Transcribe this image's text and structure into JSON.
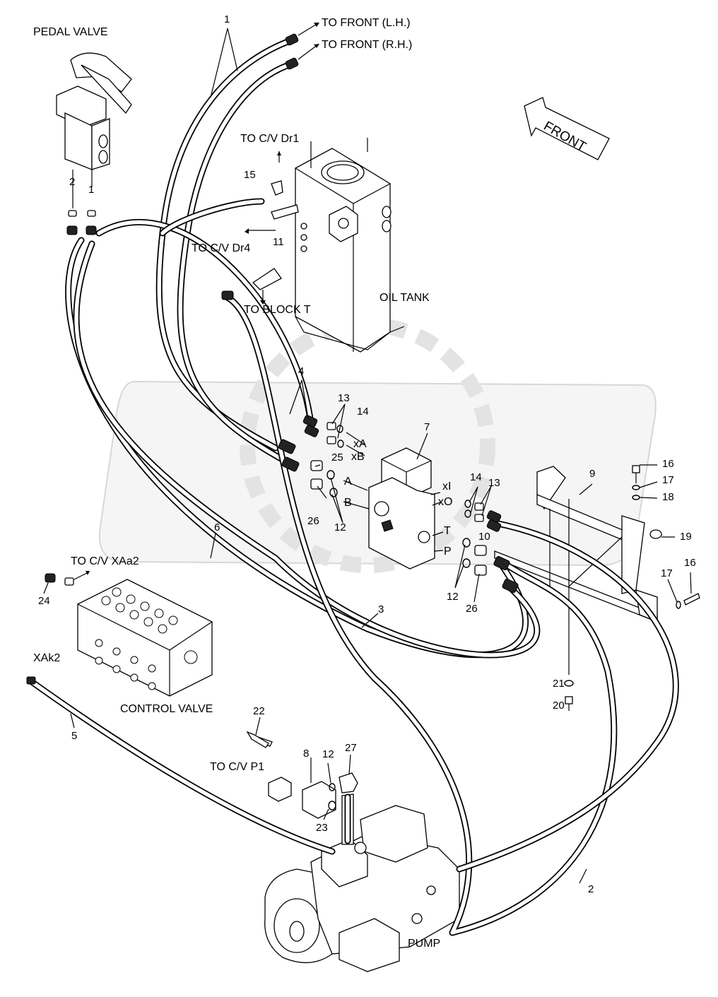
{
  "labels": {
    "pedal_valve": "PEDAL VALVE",
    "to_front_lh": "TO FRONT (L.H.)",
    "to_front_rh": "TO FRONT (R.H.)",
    "front": "FRONT",
    "to_cv_dr1": "TO C/V Dr1",
    "to_cv_dr4": "TO C/V Dr4",
    "to_block_t": "TO BLOCK T",
    "oil_tank": "OIL TANK",
    "to_cv_xaa2": "TO C/V XAa2",
    "xak2": "XAk2",
    "control_valve": "CONTROL VALVE",
    "to_cv_p1": "TO C/V P1",
    "pump": "PUMP",
    "port_xa": "xA",
    "port_xb": "xB",
    "port_a": "A",
    "port_b": "B",
    "port_xi": "xI",
    "port_xo": "xO",
    "port_t": "T",
    "port_p": "P"
  },
  "callouts": {
    "c1_top": "1",
    "c1_pedal": "1",
    "c2_pedal": "2",
    "c15": "15",
    "c11": "11",
    "c4": "4",
    "c13_left": "13",
    "c14_left": "14",
    "c7": "7",
    "c25": "25",
    "c26_left": "26",
    "c12_left": "12",
    "c14_right": "14",
    "c13_right": "13",
    "c10": "10",
    "c12_right": "12",
    "c26_right": "26",
    "c9": "9",
    "c16_top": "16",
    "c17_top": "17",
    "c18": "18",
    "c19": "19",
    "c17_bottom": "17",
    "c16_bottom": "16",
    "c6": "6",
    "c3": "3",
    "c24": "24",
    "c5": "5",
    "c21": "21",
    "c20": "20",
    "c22": "22",
    "c8": "8",
    "c12_bottom": "12",
    "c27": "27",
    "c23": "23",
    "c2_bottom": "2"
  }
}
